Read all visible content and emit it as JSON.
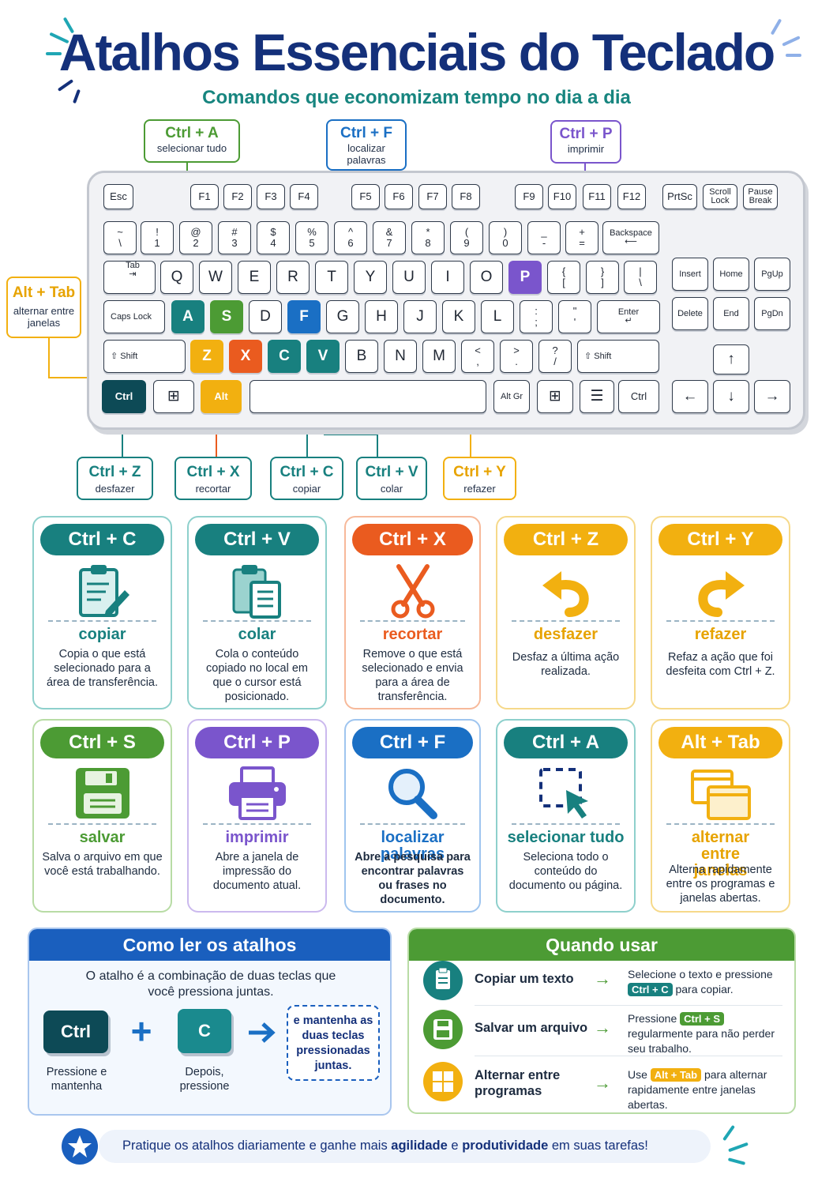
{
  "header": {
    "title": "Atalhos Essenciais do Teclado",
    "subtitle": "Comandos que economizam tempo no dia a dia"
  },
  "colors": {
    "navy": "#14307a",
    "teal": "#18807f",
    "blue": "#1a6fc4",
    "green": "#4c9b34",
    "orange": "#ea5b1f",
    "yellow": "#f2b010",
    "purple": "#7a55cc"
  },
  "callouts_top": [
    {
      "keys": "Ctrl + A",
      "label": "selecionar tudo"
    },
    {
      "keys": "Ctrl + F",
      "label": "localizar palavras"
    },
    {
      "keys": "Ctrl + P",
      "label": "imprimir"
    },
    {
      "keys": "Alt + Tab",
      "label": "alternar entre janelas"
    }
  ],
  "callouts_bottom": [
    {
      "keys": "Ctrl + Z",
      "label": "desfazer"
    },
    {
      "keys": "Ctrl + X",
      "label": "recortar"
    },
    {
      "keys": "Ctrl + C",
      "label": "copiar"
    },
    {
      "keys": "Ctrl + V",
      "label": "colar"
    },
    {
      "keys": "Ctrl + Y",
      "label": "refazer"
    }
  ],
  "keyboard": {
    "fn_row": [
      "Esc",
      "F1",
      "F2",
      "F3",
      "F4",
      "F5",
      "F6",
      "F7",
      "F8",
      "F9",
      "F10",
      "F11",
      "F12",
      "PrtSc",
      "Scroll Lock",
      "Pause Break"
    ],
    "num_row": [
      {
        "top": "~",
        "bottom": "\\"
      },
      {
        "top": "!",
        "bottom": "1"
      },
      {
        "top": "@",
        "bottom": "2"
      },
      {
        "top": "#",
        "bottom": "3"
      },
      {
        "top": "$",
        "bottom": "4"
      },
      {
        "top": "%",
        "bottom": "5"
      },
      {
        "top": "^",
        "bottom": "6"
      },
      {
        "top": "&",
        "bottom": "7"
      },
      {
        "top": "*",
        "bottom": "8"
      },
      {
        "top": "(",
        "bottom": "9"
      },
      {
        "top": ")",
        "bottom": "0"
      },
      {
        "top": "_",
        "bottom": "-"
      },
      {
        "top": "+",
        "bottom": "="
      }
    ],
    "backspace": "Backspace",
    "tab": "Tab",
    "q_row": [
      "Q",
      "W",
      "E",
      "R",
      "T",
      "Y",
      "U",
      "I",
      "O",
      "P"
    ],
    "q_row_sym": [
      {
        "top": "{",
        "bottom": "["
      },
      {
        "top": "}",
        "bottom": "]"
      },
      {
        "top": "|",
        "bottom": "\\"
      }
    ],
    "caps": "Caps Lock",
    "a_row": [
      "A",
      "S",
      "D",
      "F",
      "G",
      "H",
      "J",
      "K",
      "L"
    ],
    "a_row_sym": [
      {
        "top": ":",
        "bottom": ";"
      },
      {
        "top": "\"",
        "bottom": "'"
      }
    ],
    "enter": "Enter",
    "shift": "Shift",
    "z_row": [
      "Z",
      "X",
      "C",
      "V",
      "B",
      "N",
      "M"
    ],
    "z_row_sym": [
      {
        "top": "<",
        "bottom": ","
      },
      {
        "top": ">",
        "bottom": "."
      },
      {
        "top": "?",
        "bottom": "/"
      }
    ],
    "ctrl": "Ctrl",
    "alt": "Alt",
    "altgr": "Alt Gr",
    "nav": [
      "Insert",
      "Home",
      "PgUp",
      "Delete",
      "End",
      "PgDn"
    ]
  },
  "cards": [
    {
      "keys": "Ctrl + C",
      "name": "copiar",
      "desc": "Copia o que está selecionado para a área de transferência.",
      "color": "#18807f",
      "icon": "clipboard-pencil-icon"
    },
    {
      "keys": "Ctrl + V",
      "name": "colar",
      "desc": "Cola o conteúdo copiado no local em que o cursor está posicionado.",
      "color": "#18807f",
      "icon": "paste-icon"
    },
    {
      "keys": "Ctrl + X",
      "name": "recortar",
      "desc": "Remove o que está selecionado e envia para a área de transferência.",
      "color": "#ea5b1f",
      "icon": "scissors-icon"
    },
    {
      "keys": "Ctrl + Z",
      "name": "desfazer",
      "desc": "Desfaz a última ação realizada.",
      "color": "#f2b010",
      "icon": "undo-icon"
    },
    {
      "keys": "Ctrl + Y",
      "name": "refazer",
      "desc": "Refaz a ação que foi desfeita com Ctrl + Z.",
      "color": "#f2b010",
      "icon": "redo-icon"
    },
    {
      "keys": "Ctrl + S",
      "name": "salvar",
      "desc": "Salva o arquivo em que você está trabalhando.",
      "color": "#4c9b34",
      "icon": "floppy-disk-icon"
    },
    {
      "keys": "Ctrl + P",
      "name": "imprimir",
      "desc": "Abre a janela de impressão do documento atual.",
      "color": "#7a55cc",
      "icon": "printer-icon"
    },
    {
      "keys": "Ctrl + F",
      "name": "localizar palavras",
      "desc": "Abre a pesquisa para encontrar palavras ou frases no documento.",
      "color": "#1a6fc4",
      "icon": "magnifier-icon"
    },
    {
      "keys": "Ctrl + A",
      "name": "selecionar tudo",
      "desc": "Seleciona todo o conteúdo do documento ou página.",
      "color": "#18807f",
      "icon": "select-all-icon"
    },
    {
      "keys": "Alt + Tab",
      "name": "alternar entre janelas",
      "desc": "Alterna rapidamente entre os programas e janelas abertas.",
      "color": "#f2b010",
      "icon": "windows-icon"
    }
  ],
  "how_to": {
    "title": "Como ler os atalhos",
    "intro": "O atalho é a combinação de duas teclas que você pressiona juntas.",
    "key1": "Ctrl",
    "key1_caption": "Pressione e mantenha",
    "plus": "+",
    "key2": "C",
    "key2_caption": "Depois, pressione",
    "result": "e mantenha as duas teclas pressionadas juntas."
  },
  "when_to_use": {
    "title": "Quando usar",
    "rows": [
      {
        "task": "Copiar um texto",
        "before": "Selecione o texto e pressione",
        "keys": "Ctrl + C",
        "after": "para copiar.",
        "color": "#18807f"
      },
      {
        "task": "Salvar um arquivo",
        "before": "Pressione",
        "keys": "Ctrl + S",
        "after": "regularmente para não perder seu trabalho.",
        "color": "#4c9b34"
      },
      {
        "task": "Alternar entre programas",
        "before": "Use",
        "keys": "Alt + Tab",
        "after": "para alternar rapidamente entre janelas abertas.",
        "color": "#f2b010"
      }
    ]
  },
  "footer": {
    "text_a": "Pratique os atalhos diariamente e ganhe mais ",
    "bold_a": "agilidade",
    "text_b": " e ",
    "bold_b": "produtividade",
    "text_c": " em suas tarefas!"
  }
}
